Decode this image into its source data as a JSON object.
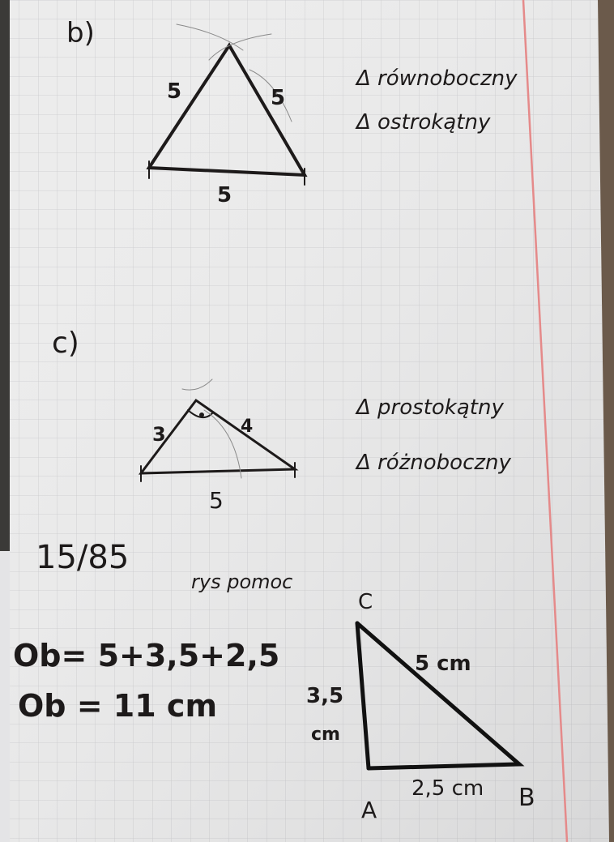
{
  "part_b": {
    "label": "b)",
    "sides": [
      "5",
      "5",
      "5"
    ],
    "classification": [
      "Δ równoboczny",
      "Δ ostrokątny"
    ]
  },
  "part_c": {
    "label": "c)",
    "sides": [
      "3",
      "4",
      "5"
    ],
    "classification": [
      "Δ prostokątny",
      "Δ różnoboczny"
    ]
  },
  "task": {
    "number": "15/85",
    "note": "rys pomoc",
    "formula": "Ob= 5+3,5+2,5",
    "result": "Ob = 11 cm",
    "triangle": {
      "vertices": [
        "A",
        "B",
        "C"
      ],
      "side_ac": [
        "3,5",
        "cm"
      ],
      "side_bc": "5 cm",
      "side_ab": "2,5 cm"
    }
  }
}
